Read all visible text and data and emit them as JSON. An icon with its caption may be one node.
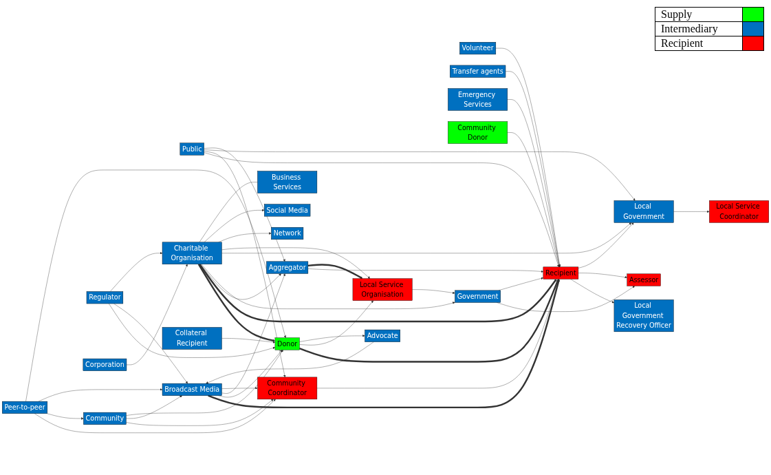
{
  "diagram": {
    "nodes": [
      {
        "text": [
          "Volunteer"
        ]
      },
      {
        "text": [
          "Transfer agents"
        ]
      },
      {
        "text": [
          "Emergency Services"
        ]
      },
      {
        "text": [
          "Local Government Recovery Officer"
        ]
      },
      {
        "text": [
          "Community Donor"
        ]
      },
      {
        "text": [
          "Peer-to-peer"
        ]
      },
      {
        "text": [
          "Community Coordinator"
        ]
      },
      {
        "text": [
          "Recipient"
        ]
      },
      {
        "text": [
          "Assessor"
        ]
      },
      {
        "text": [
          "Local Service Coordinator"
        ]
      },
      {
        "text": [
          "Public"
        ]
      },
      {
        "text": [
          "Local Government"
        ]
      },
      {
        "text": [
          "Community"
        ]
      },
      {
        "text": [
          "Aggregator"
        ]
      },
      {
        "text": [
          "Government"
        ]
      },
      {
        "text": [
          "Broadcast Media"
        ]
      },
      {
        "text": [
          "Advocate"
        ]
      },
      {
        "text": [
          "Donor"
        ]
      },
      {
        "text": [
          "Local Service Organisation"
        ]
      },
      {
        "text": [
          "Charitable Organisation"
        ]
      },
      {
        "text": [
          "Business Services"
        ]
      },
      {
        "text": [
          "Regulator"
        ]
      },
      {
        "text": [
          "Collateral Recipient"
        ]
      },
      {
        "text": [
          "Social Media"
        ]
      },
      {
        "text": [
          "Corporation"
        ]
      },
      {
        "text": [
          "Network"
        ]
      }
    ],
    "edges": [
      {
        "from": 0,
        "to": 7,
        "arrow": "to"
      },
      {
        "from": 1,
        "to": 7,
        "arrow": "to"
      },
      {
        "from": 2,
        "to": 7,
        "arrow": "to"
      },
      {
        "from": 7,
        "to": 3,
        "arrow": "to"
      },
      {
        "from": 4,
        "to": 7,
        "arrow": "to"
      },
      {
        "from": 5,
        "to": 6,
        "arrow": "to"
      },
      {
        "from": 5,
        "to": 12,
        "arrow": "to"
      },
      {
        "from": 5,
        "to": 15,
        "arrow": "to"
      },
      {
        "from": 5,
        "to": 17,
        "arrow": "to"
      },
      {
        "from": 6,
        "to": 7,
        "arrow": "to"
      },
      {
        "from": 7,
        "to": 8,
        "arrow": "to"
      },
      {
        "from": 11,
        "to": 9,
        "arrow": "to"
      },
      {
        "from": 14,
        "to": 8,
        "arrow": "to"
      },
      {
        "from": 10,
        "to": 7,
        "arrow": "to"
      },
      {
        "from": 10,
        "to": 6,
        "arrow": "to"
      },
      {
        "from": 10,
        "to": 11,
        "arrow": "to"
      },
      {
        "from": 10,
        "to": 13,
        "arrow": "to"
      },
      {
        "from": 12,
        "to": 6,
        "arrow": "to"
      },
      {
        "from": 12,
        "to": 15,
        "arrow": "to"
      },
      {
        "from": 12,
        "to": 17,
        "arrow": "to"
      },
      {
        "from": 15,
        "to": 7,
        "arrow": "to",
        "style": "thick"
      },
      {
        "from": 15,
        "to": 17,
        "arrow": "to"
      },
      {
        "from": 15,
        "to": 13,
        "arrow": "to"
      },
      {
        "from": 15,
        "to": 6,
        "arrow": "to"
      },
      {
        "from": 17,
        "to": 7,
        "arrow": "to",
        "style": "thick"
      },
      {
        "from": 19,
        "to": 17,
        "arrow": "to",
        "style": "thick"
      },
      {
        "from": 17,
        "to": 18,
        "arrow": "to"
      },
      {
        "from": 19,
        "to": 7,
        "arrow": "to",
        "style": "thick"
      },
      {
        "from": 19,
        "to": 13,
        "arrow": "to"
      },
      {
        "from": 19,
        "to": 14,
        "arrow": "to"
      },
      {
        "from": 19,
        "to": 11,
        "arrow": "to"
      },
      {
        "from": 19,
        "to": 18,
        "arrow": "to"
      },
      {
        "from": 13,
        "to": 7,
        "arrow": "to"
      },
      {
        "from": 13,
        "to": 18,
        "arrow": "to",
        "style": "thick"
      },
      {
        "from": 7,
        "to": 11,
        "arrow": "to"
      },
      {
        "from": 14,
        "to": 7,
        "arrow": "to"
      },
      {
        "from": 18,
        "to": 14,
        "arrow": "to"
      },
      {
        "from": 16,
        "to": 15,
        "arrow": "to"
      },
      {
        "from": 17,
        "to": 16,
        "arrow": "to"
      },
      {
        "from": 21,
        "to": 17,
        "arrow": "to"
      },
      {
        "from": 21,
        "to": 15,
        "arrow": "to"
      },
      {
        "from": 21,
        "to": 19,
        "arrow": "to"
      },
      {
        "from": 22,
        "to": 17,
        "arrow": "to"
      },
      {
        "from": 19,
        "to": 25,
        "arrow": "to"
      },
      {
        "from": 24,
        "to": 19,
        "arrow": "to"
      },
      {
        "from": 19,
        "to": 23,
        "arrow": "to"
      },
      {
        "from": 19,
        "to": 20,
        "arrow": "none"
      }
    ],
    "legend": [
      {
        "text": "Supply",
        "color": "#00ff00"
      },
      {
        "text": "Intermediary",
        "color": "#0070c0"
      },
      {
        "text": "Recipient",
        "color": "#ff0000"
      }
    ]
  }
}
